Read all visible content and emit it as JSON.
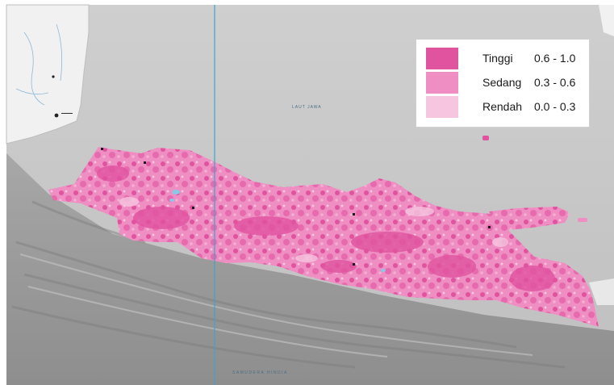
{
  "map": {
    "labels": {
      "sea_north": "LAUT JAWA",
      "ocean_south": "SAMUDERA HINDIA"
    },
    "colors": {
      "land_background": "#c9c9c9",
      "sea_background": "#bdbdbd",
      "relief_shadow": "#8f8f8f",
      "grid_line": "#3aa6cf"
    }
  },
  "legend": {
    "items": [
      {
        "label": "Tinggi",
        "range": "0.6 - 1.0",
        "color": "#e0539f"
      },
      {
        "label": "Sedang",
        "range": "0.3 - 0.6",
        "color": "#ee8ec2"
      },
      {
        "label": "Rendah",
        "range": "0.0 - 0.3",
        "color": "#f6c5df"
      }
    ]
  }
}
